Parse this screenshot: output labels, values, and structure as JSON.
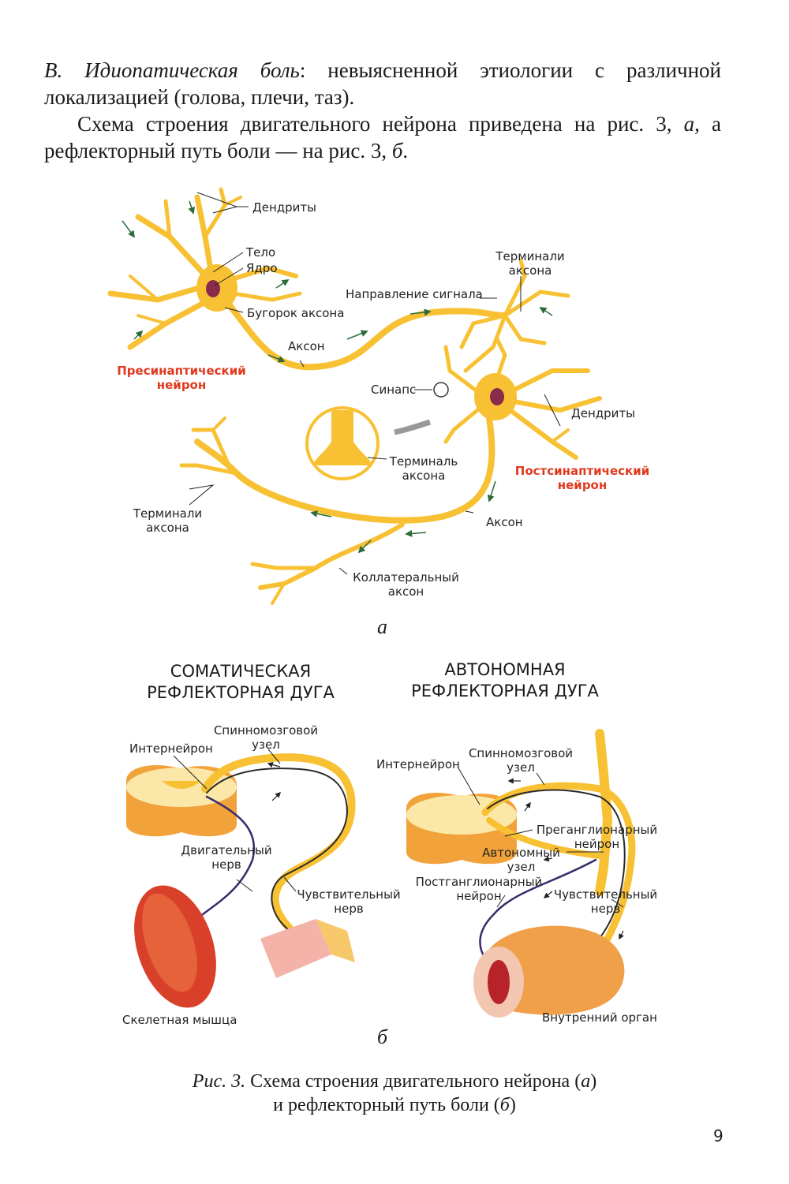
{
  "text": {
    "p1_italic": "В. Идиопатическая боль",
    "p1_rest": ": невыясненной этиологии с различной локализацией (голова, плечи, таз).",
    "p2_a": "Схема строения двигательного нейрона приведена на рис. 3, ",
    "p2_a_letter": "а",
    "p2_b": ", а рефлекторный путь боли — на рис. 3, ",
    "p2_b_letter": "б",
    "p2_end": "."
  },
  "figure_a": {
    "dendrites_top": "Дендриты",
    "body": "Тело",
    "nucleus": "Ядро",
    "axon_hillock": "Бугорок аксона",
    "axon_top": "Аксон",
    "signal_direction": "Направление сигнала",
    "axon_terminals_top": [
      "Терминали",
      "аксона"
    ],
    "presynaptic": [
      "Пресинаптический",
      "нейрон"
    ],
    "synapse": "Синапс",
    "dendrites_right": "Дендриты",
    "axon_terminal": [
      "Терминаль",
      "аксона"
    ],
    "postsynaptic": [
      "Постсинаптический",
      "нейрон"
    ],
    "axon_terminals_left": [
      "Терминали",
      "аксона"
    ],
    "axon_bottom": "Аксон",
    "collateral_axon": [
      "Коллатеральный",
      "аксон"
    ],
    "letter": "а"
  },
  "figure_b": {
    "somatic_title": [
      "СОМАТИЧЕСКАЯ",
      "РЕФЛЕКТОРНАЯ ДУГА"
    ],
    "autonomic_title": [
      "АВТОНОМНАЯ",
      "РЕФЛЕКТОРНАЯ ДУГА"
    ],
    "s_spinal_ganglion": [
      "Спинномозговой",
      "узел"
    ],
    "s_interneuron": "Интернейрон",
    "s_motor_nerve": [
      "Двигательный",
      "нерв"
    ],
    "s_sensory_nerve": [
      "Чувствительный",
      "нерв"
    ],
    "s_skeletal_muscle": "Скелетная мышца",
    "a_spinal_ganglion": [
      "Спинномозговой",
      "узел"
    ],
    "a_interneuron": "Интернейрон",
    "a_preganglionic": [
      "Преганглионарный",
      "нейрон"
    ],
    "a_autonomic_ganglion": [
      "Автономный",
      "узел"
    ],
    "a_postganglionic": [
      "Постганглионарный",
      "нейрон"
    ],
    "a_sensory_nerve": [
      "Чувствительный",
      "нерв"
    ],
    "a_internal_organ": "Внутренний орган",
    "letter": "б"
  },
  "caption": {
    "prefix": "Рис. 3.",
    "line1": " Схема строения двигательного нейрона (",
    "l1_letter": "а",
    "line1_end": ")",
    "line2": "и рефлекторный путь боли (",
    "l2_letter": "б",
    "line2_end": ")"
  },
  "page_number": "9",
  "colors": {
    "neuron": "#f7c133",
    "neuron_dark": "#e9a919",
    "nucleus": "#8a2a4c",
    "label_red": "#e03a1e",
    "arrow": "#2e6b3a",
    "muscle": "#d9402a",
    "nerve_motor": "#3a2a6a"
  }
}
